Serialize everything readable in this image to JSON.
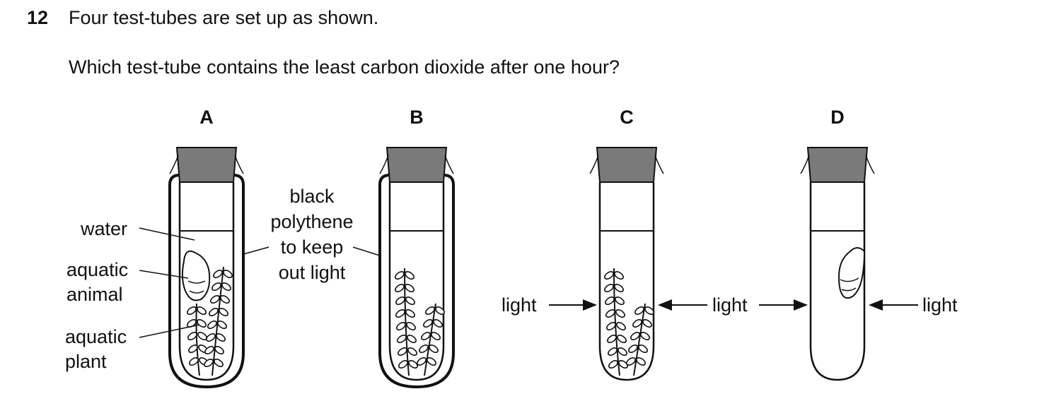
{
  "question": {
    "number": "12",
    "intro": "Four test-tubes are set up as shown.",
    "prompt": "Which test-tube contains the least carbon dioxide after one hour?"
  },
  "figure": {
    "tubes": [
      {
        "letter": "A",
        "wrapped_in_black_polythene": true,
        "has_animal": true,
        "has_plant": true,
        "light_from": "none"
      },
      {
        "letter": "B",
        "wrapped_in_black_polythene": true,
        "has_animal": false,
        "has_plant": true,
        "light_from": "none"
      },
      {
        "letter": "C",
        "wrapped_in_black_polythene": false,
        "has_animal": false,
        "has_plant": true,
        "light_from": "both sides"
      },
      {
        "letter": "D",
        "wrapped_in_black_polythene": false,
        "has_animal": true,
        "has_plant": false,
        "light_from": "both sides"
      }
    ],
    "labels": {
      "water": "water",
      "animal_line1": "aquatic",
      "animal_line2": "animal",
      "plant_line1": "aquatic",
      "plant_line2": "plant",
      "polythene_line1": "black",
      "polythene_line2": "polythene",
      "polythene_line3": "to keep",
      "polythene_line4": "out light",
      "light": "light"
    },
    "colors": {
      "stopper": "#7a7a7a",
      "line": "#111111"
    }
  }
}
